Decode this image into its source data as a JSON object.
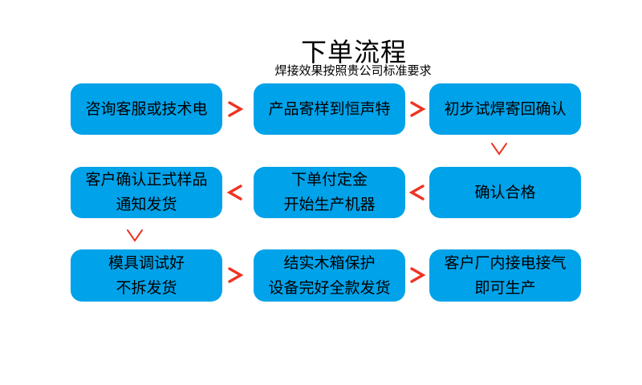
{
  "header": {
    "title": "下单流程",
    "subtitle": "焊接效果按照贵公司标准要求"
  },
  "colors": {
    "box_background": "#00a2e9",
    "arrow_red": "#ee3424",
    "text": "#000000",
    "page_background": "#ffffff"
  },
  "icons": {
    "arrow_right": "chevron-right",
    "arrow_left": "chevron-left",
    "arrow_down": "chevron-down"
  },
  "boxes": {
    "consult": {
      "line1": "咨询客服或技术电"
    },
    "send_sample": {
      "line1": "产品寄样到恒声特"
    },
    "trial_weld": {
      "line1": "初步试焊寄回确认"
    },
    "confirm_sample": {
      "line1": "客户确认正式样品",
      "line2": "通知发货"
    },
    "deposit_production": {
      "line1": "下单付定金",
      "line2": "开始生产机器"
    },
    "confirm_qualified": {
      "line1": "确认合格"
    },
    "mold_ready": {
      "line1": "模具调试好",
      "line2": "不拆发货"
    },
    "crate_ship": {
      "line1": "结实木箱保护",
      "line2": "设备完好全款发货"
    },
    "install_produce": {
      "line1": "客户厂内接电接气",
      "line2": "即可生产"
    }
  },
  "connections": [
    {
      "from": "consult",
      "to": "send_sample",
      "direction": "right"
    },
    {
      "from": "send_sample",
      "to": "trial_weld",
      "direction": "right"
    },
    {
      "from": "trial_weld",
      "to": "confirm_qualified",
      "direction": "down"
    },
    {
      "from": "confirm_qualified",
      "to": "deposit_production",
      "direction": "left"
    },
    {
      "from": "deposit_production",
      "to": "confirm_sample",
      "direction": "left"
    },
    {
      "from": "confirm_sample",
      "to": "mold_ready",
      "direction": "down"
    },
    {
      "from": "mold_ready",
      "to": "crate_ship",
      "direction": "right"
    },
    {
      "from": "crate_ship",
      "to": "install_produce",
      "direction": "right"
    }
  ]
}
